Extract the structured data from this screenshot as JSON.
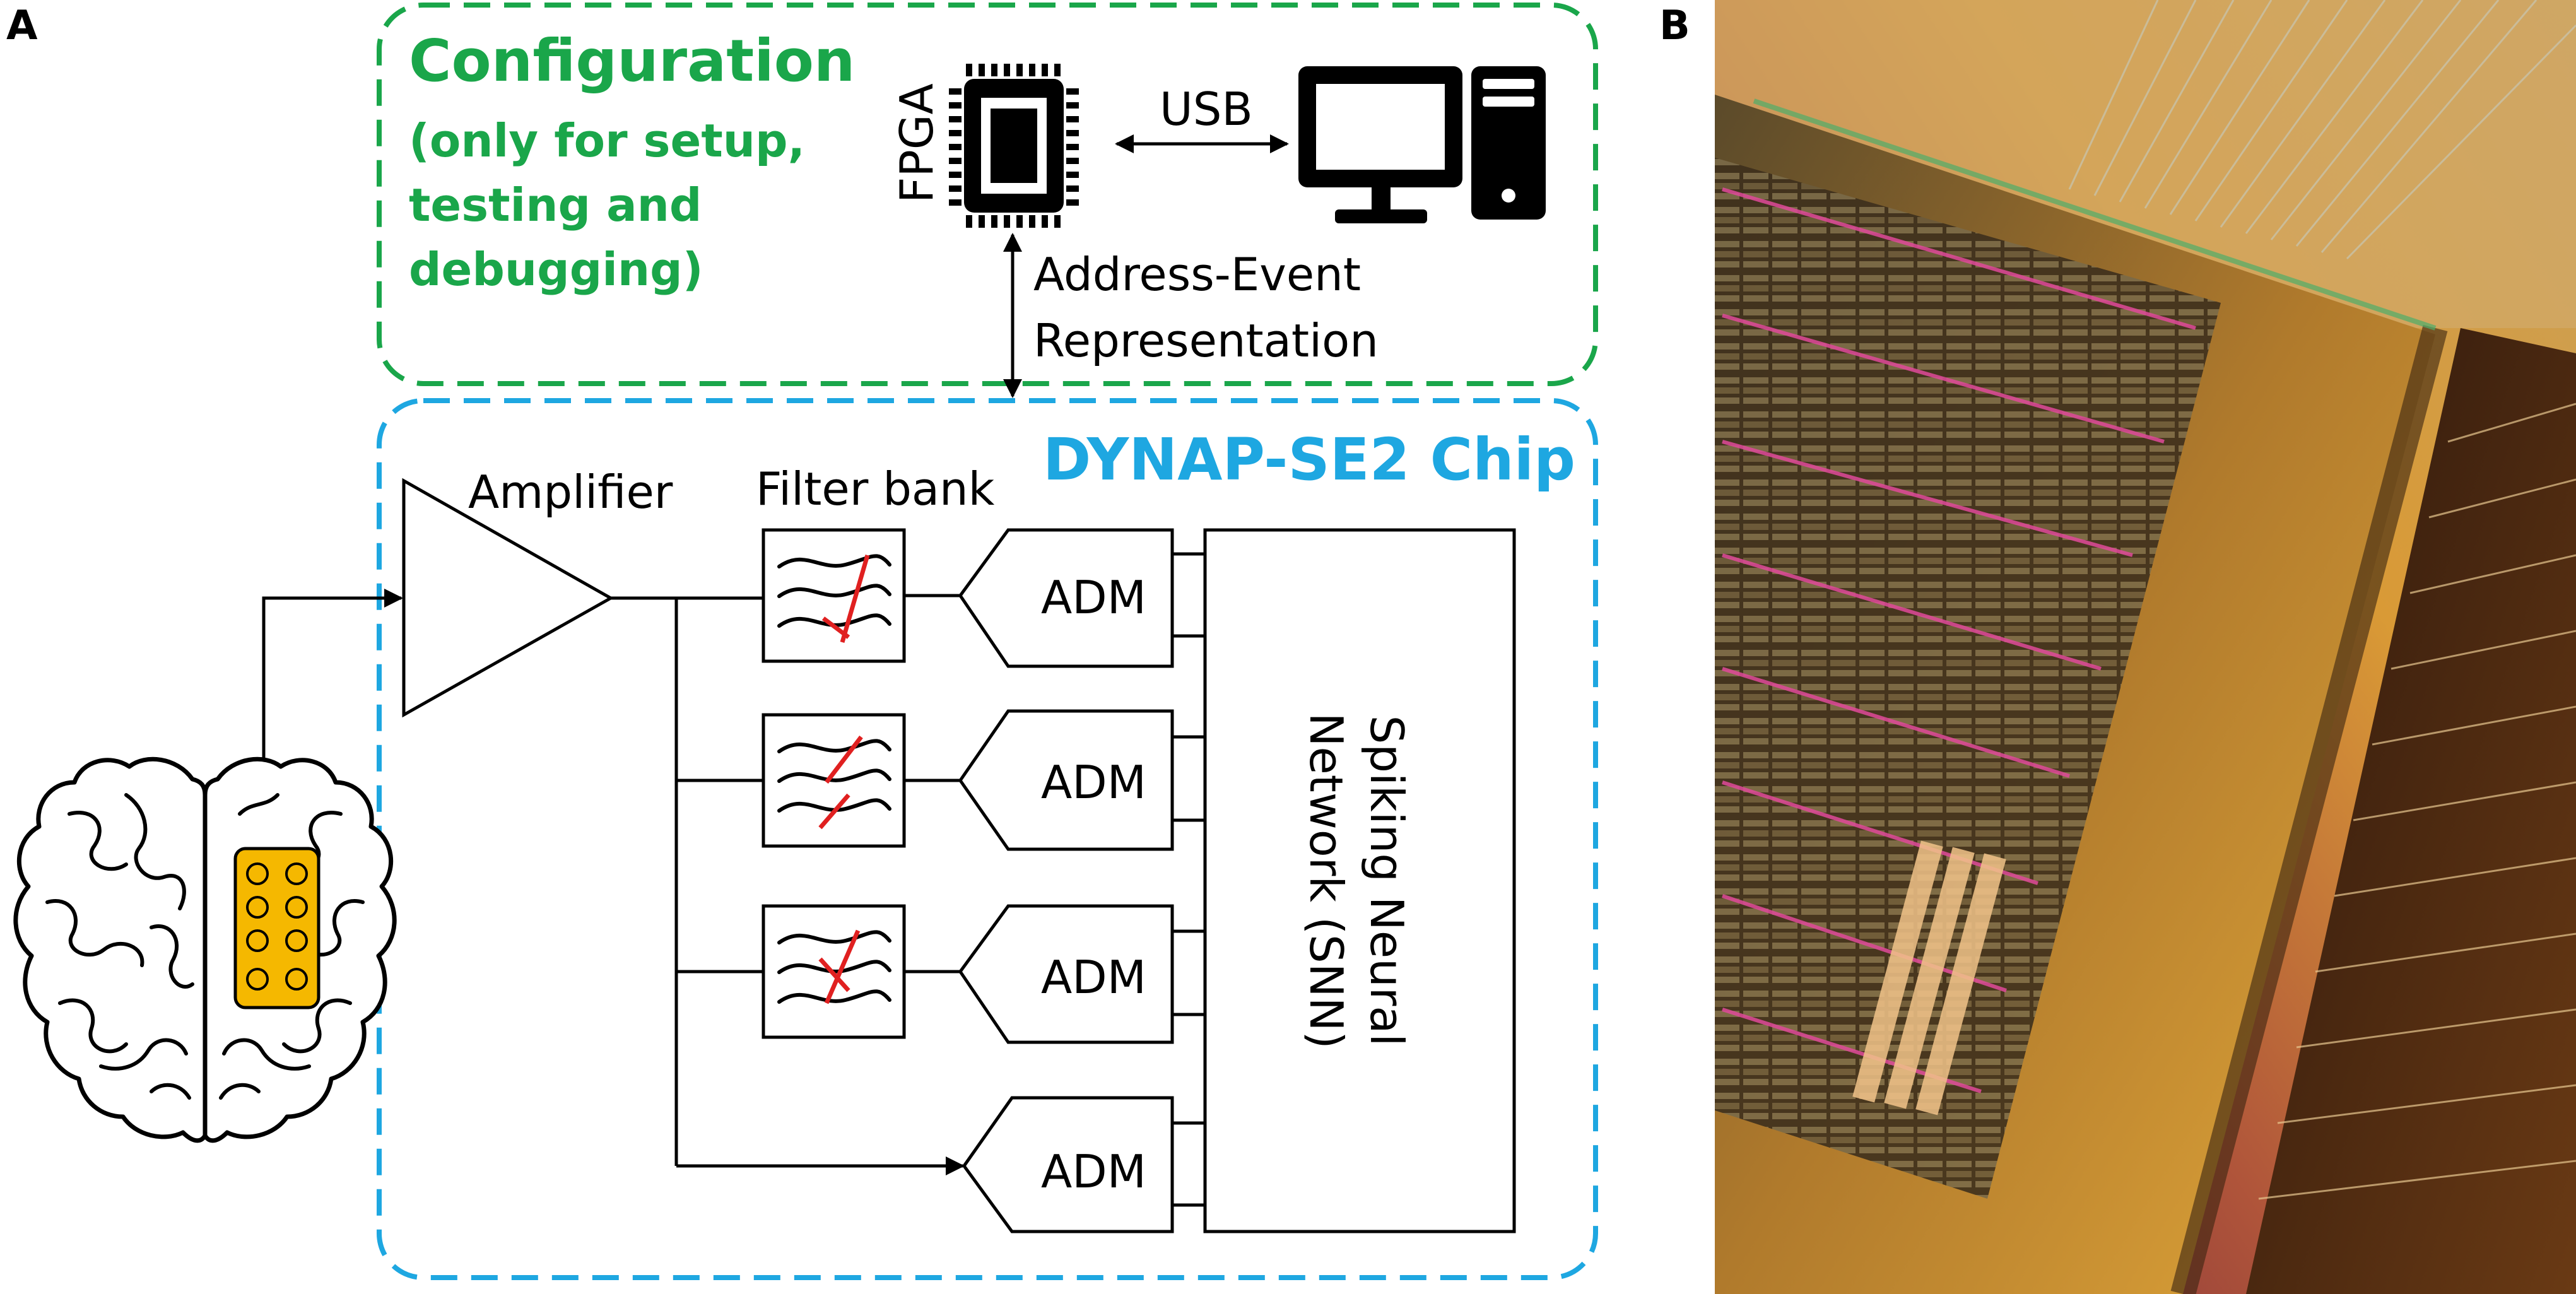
{
  "panels": {
    "a": "A",
    "b": "B"
  },
  "configuration": {
    "title": "Configuration",
    "note_lines": [
      "(only for setup,",
      "testing and",
      "debugging)"
    ]
  },
  "fpga_label": "FPGA",
  "usb_label": "USB",
  "aer_lines": [
    "Address-Event",
    "Representation"
  ],
  "chip_title": "DYNAP-SE2 Chip",
  "amplifier_label": "Amplifier",
  "filter_bank_label": "Filter bank",
  "adm_labels": [
    "ADM",
    "ADM",
    "ADM",
    "ADM"
  ],
  "snn_lines": [
    "Spiking Neural",
    "Network (SNN)"
  ],
  "colors": {
    "configuration": "#1aa64a",
    "chip": "#1ea7e1",
    "electrode": "#f5b800",
    "filter_cross": "#e02020"
  },
  "icons": [
    "fpga-chip-icon",
    "computer-monitor-icon",
    "computer-tower-icon",
    "brain-icon",
    "electrode-grid-icon",
    "bandpass-filter-icon"
  ],
  "photo": {
    "description_icon": "chip-micrograph-photo"
  }
}
